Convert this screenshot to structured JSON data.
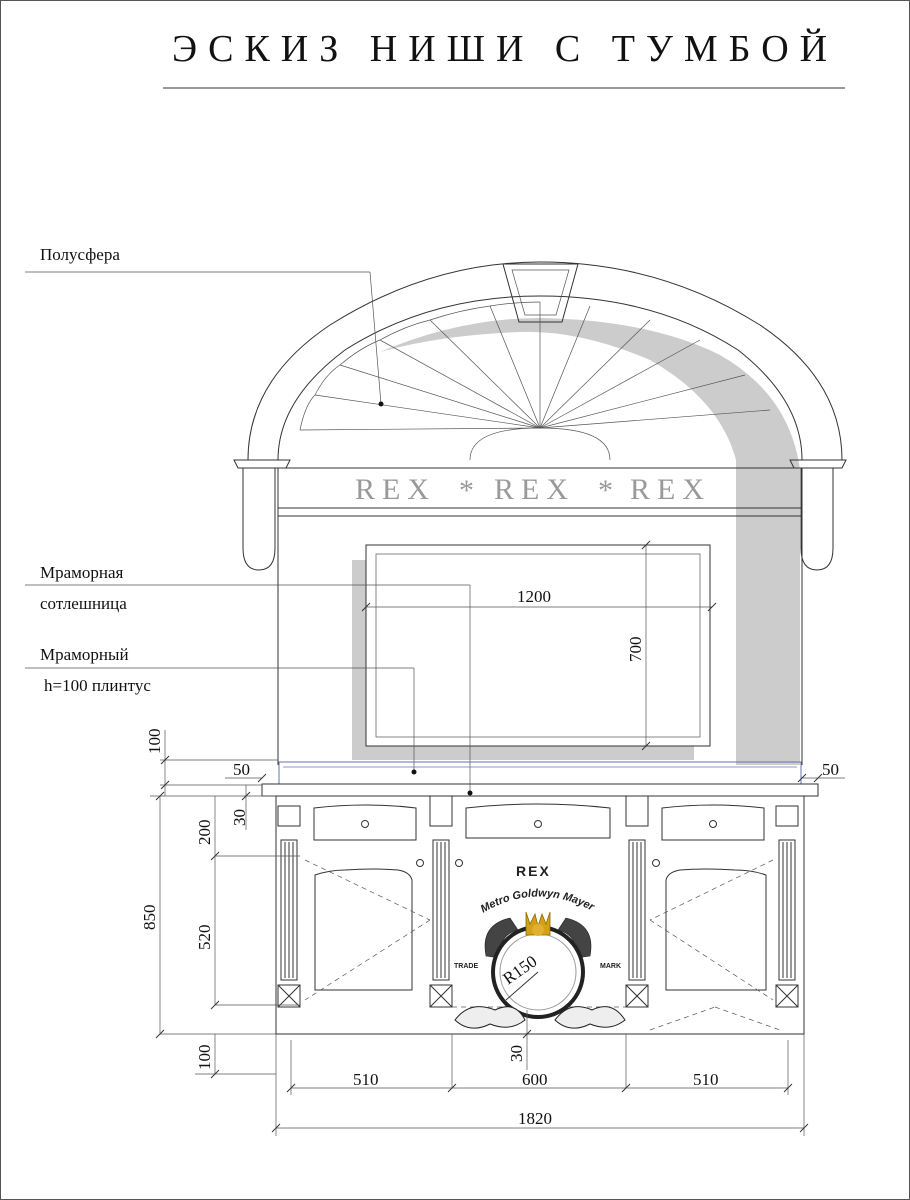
{
  "title": "ЭСКИЗ НИШИ С ТУМБОЙ",
  "callouts": {
    "hemisphere": "Полусфера",
    "countertop_line1": "Мраморная",
    "countertop_line2": "сотлешница",
    "plinth_line1": "Мраморный",
    "plinth_line2": "h=100 плинтус"
  },
  "frieze": {
    "word": "REX",
    "separator": "*",
    "repeats": 3
  },
  "dimensions": {
    "mirror_width": "1200",
    "mirror_height": "700",
    "plinth_height": "100",
    "overhang_left": "50",
    "overhang_right": "50",
    "countertop_thickness": "30",
    "drawer_height": "200",
    "door_height": "520",
    "cabinet_height": "850",
    "base_height": "100",
    "base_gap": "30",
    "radius": "R150",
    "section_left": "510",
    "section_center": "600",
    "section_right": "510",
    "total_width": "1820"
  },
  "logo": {
    "brand": "REX",
    "arc_text": "Metro Goldwyn Mayer",
    "left_mark": "TRADE",
    "right_mark": "MARK"
  },
  "colors": {
    "line": "#333333",
    "shadow": "#cccccc",
    "rex": "#999999",
    "crown": "#d4a017"
  }
}
